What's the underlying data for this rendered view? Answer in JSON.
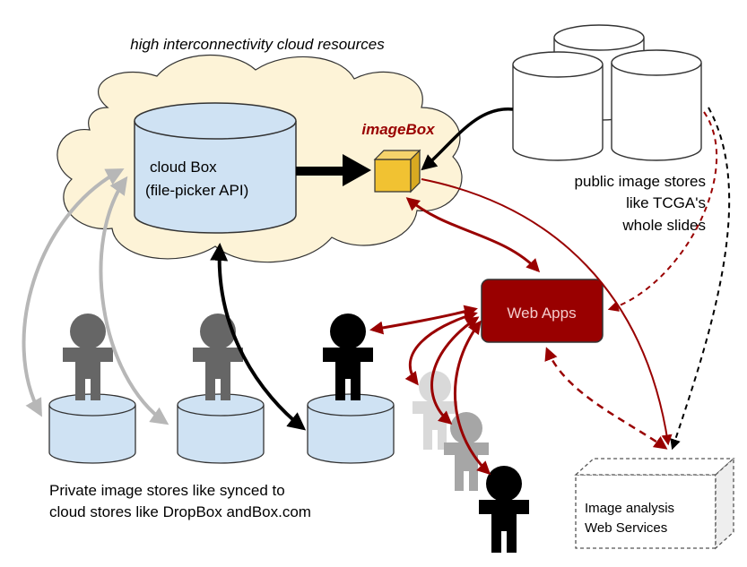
{
  "cloud": {
    "caption": "high interconnectivity cloud resources"
  },
  "cloud_box": {
    "line1": "cloud Box",
    "line2": "(file-picker API)"
  },
  "imagebox": {
    "label": "imageBox"
  },
  "public_stores": {
    "line1": "public image stores",
    "line2": "like TCGA's",
    "line3": "whole slides"
  },
  "web_apps": {
    "label": "Web Apps"
  },
  "private_stores": {
    "line1": "Private image stores like synced to",
    "line2": "cloud stores like DropBox andBox.com"
  },
  "analysis": {
    "line1": "Image analysis",
    "line2": "Web Services"
  },
  "colors": {
    "cylinder_blue": "#cfe2f3",
    "cloud_fill": "#fdf3d7",
    "dark_red": "#990000",
    "imagebox_gold": "#f1c232"
  }
}
